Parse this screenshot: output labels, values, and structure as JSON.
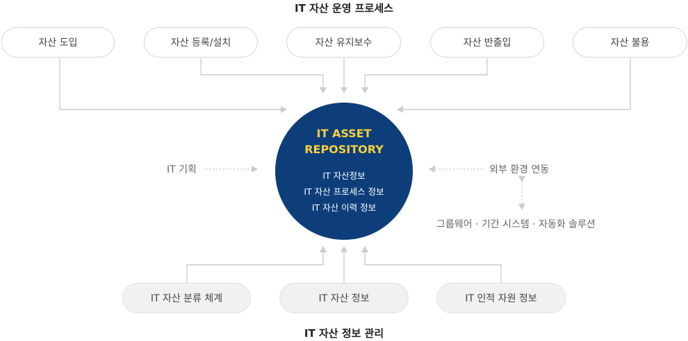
{
  "top_title": "IT 자산 운영 프로세스",
  "bottom_title": "IT 자산 정보 관리",
  "process_steps": [
    "자산 도입",
    "자산 등록/설치",
    "자산 유지보수",
    "자산 반출입",
    "자산 불용"
  ],
  "repository": {
    "title_line1": "IT ASSET",
    "title_line2": "REPOSITORY",
    "lines": [
      "IT 자산정보",
      "IT 자산 프로세스 정보",
      "IT 자산 이력 정보"
    ]
  },
  "left_input": "IT 기획",
  "right_input": "외부 환경 연동",
  "right_sub": "그룹웨어 · 기간 시스템 · 자동화 솔루션",
  "info_items": [
    "IT 자산 분류 체계",
    "IT 자산 정보",
    "IT 인적 자원 정보"
  ],
  "colors": {
    "circle": "#0d3e7a",
    "circle_title": "#f4d03f",
    "line": "#cccccc"
  }
}
